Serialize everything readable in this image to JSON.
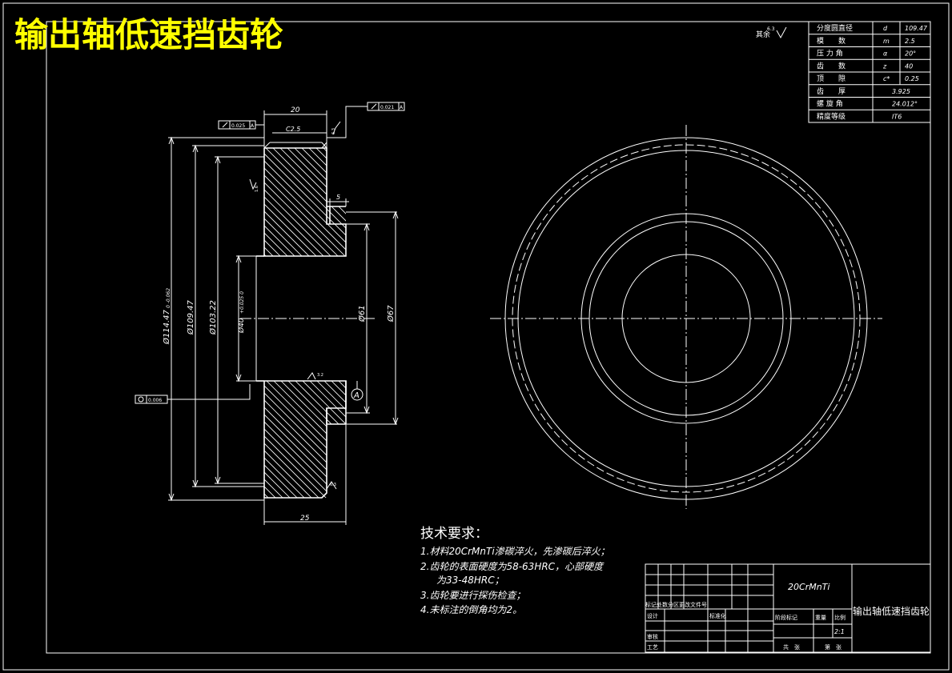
{
  "title": "输出轴低速挡齿轮",
  "colors": {
    "background": "#000000",
    "lines": "#ffffff",
    "dimensions": "#ffff00",
    "title": "#ffff00"
  },
  "surface_note": "其余",
  "surface_value": "6.3",
  "params": [
    {
      "name": "分度圆直径",
      "symbol": "d",
      "value": "109.47"
    },
    {
      "name": "模　　数",
      "symbol": "m",
      "value": "2.5"
    },
    {
      "name": "压 力 角",
      "symbol": "α",
      "value": "20°"
    },
    {
      "name": "齿　　数",
      "symbol": "z",
      "value": "40"
    },
    {
      "name": "顶　　隙",
      "symbol": "c*",
      "value": "0.25"
    },
    {
      "name": "齿　　厚",
      "symbol": "",
      "value": "3.925"
    },
    {
      "name": "螺 旋 角",
      "symbol": "",
      "value": "24.012°"
    },
    {
      "name": "精度等级",
      "symbol": "",
      "value": "IT6"
    }
  ],
  "dims": {
    "width_top": "20",
    "width_bottom": "25",
    "chamfer": "C2.5",
    "groove": "5",
    "d1": "Ø114.47",
    "d1_tol": "0\n-0.062",
    "d2": "Ø109.47",
    "d3": "Ø103.22",
    "d4": "Ø40",
    "d4_tol": "+0.025\n0",
    "d5": "Ø61",
    "d6": "Ø67",
    "tol1": "0.025",
    "tol1_ref": "A",
    "tol2": "0.021",
    "tol2_ref": "A",
    "tol3": "0.006",
    "datum": "A",
    "rough_a": "6.3",
    "rough_b": "3.2",
    "rough_c": "1.6"
  },
  "notes": {
    "heading": "技术要求：",
    "items": [
      "1.材料20CrMnTi渗碳淬火，先渗碳后淬火；",
      "2.齿轮的表面硬度为58-63HRC，心部硬度",
      "为33-48HRC；",
      "3.齿轮要进行探伤检查；",
      "4.未标注的倒角均为2。"
    ]
  },
  "title_block": {
    "material": "20CrMnTi",
    "drawing_name": "输出轴低速挡齿轮",
    "row_labels": "标记处数分区更改文件号",
    "design": "设计",
    "standardize": "标准化",
    "review": "审核",
    "process": "工艺",
    "stage_mark": "阶段标记",
    "weight": "重量",
    "scale_label": "比例",
    "scale": "2:1",
    "sheets_total": "共　张",
    "sheet_no": "第　张"
  }
}
